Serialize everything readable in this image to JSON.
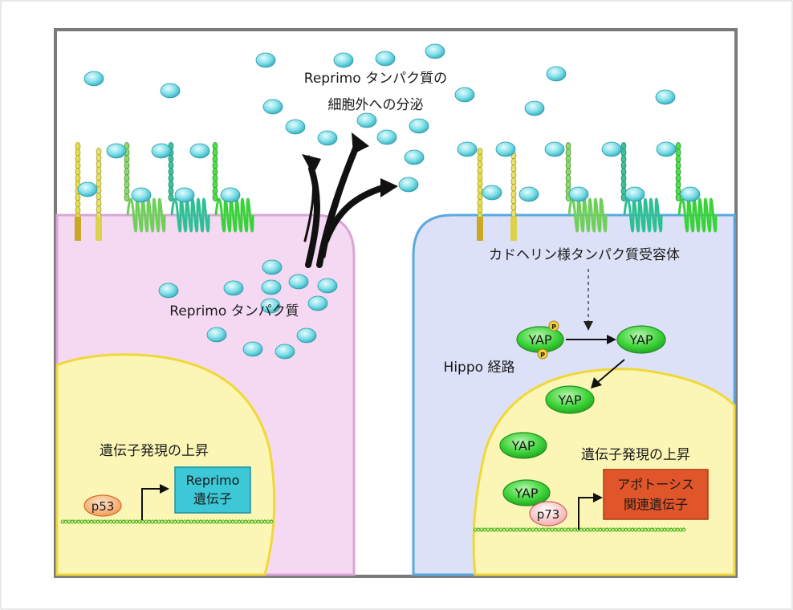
{
  "labels": {
    "secretion_line1": "Reprimo タンパク質の",
    "secretion_line2": "細胞外への分泌",
    "reprimo_protein": "Reprimo タンパク質",
    "receptor": "カドヘリン様タンパク質受容体",
    "hippo": "Hippo 経路",
    "gene_up_left": "遺伝子発現の上昇",
    "gene_up_right": "遺伝子発現の上昇",
    "reprimo_gene_line1": "Reprimo",
    "reprimo_gene_line2": "遺伝子",
    "apoptosis_line1": "アポトーシス",
    "apoptosis_line2": "関連遺伝子",
    "p53": "p53",
    "p73": "p73",
    "yap_phos": "YAP",
    "yap_active": "YAP",
    "yap_entering": "YAP",
    "yap_nucleus": "YAP",
    "yap_bound": "YAP",
    "phospho_mark": "P"
  },
  "colors": {
    "frame": "#7a7a7a",
    "left_cell_fill": "#f5d9f3",
    "left_cell_border": "#d9a6d6",
    "right_cell_fill": "#dde1f7",
    "right_cell_border": "#5aa9e0",
    "nucleus_fill": "#fbf6b6",
    "nucleus_border": "#f0d83a",
    "protein_fill": "#5cd3de",
    "yap_fill": "#2fcc2f",
    "reprimo_gene_box": "#3cc8d6",
    "apoptosis_box": "#e0552a",
    "p53_fill": "#f8b57a",
    "p73_fill": "#f6c8c8",
    "dna": "#8ee04a"
  }
}
